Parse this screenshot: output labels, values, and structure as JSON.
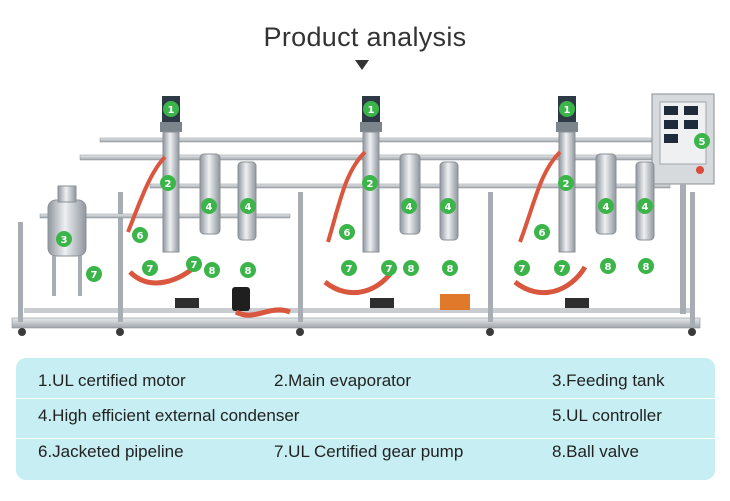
{
  "title": "Product analysis",
  "badges": [
    "1",
    "2",
    "3",
    "4",
    "5",
    "6",
    "7",
    "8"
  ],
  "legend": {
    "row1": [
      "1.UL certified motor",
      "2.Main evaporator",
      "3.Feeding tank"
    ],
    "row2": [
      "4.High efficient external condenser",
      "5.UL controller"
    ],
    "row3": [
      "6.Jacketed pipeline",
      "7.UL Certified gear pump",
      "8.Ball valve"
    ]
  },
  "colors": {
    "badge": "#3bb54a",
    "legend_bg": "#c6eef3",
    "steel": "#b9bec4",
    "hose": "#d9573e"
  }
}
